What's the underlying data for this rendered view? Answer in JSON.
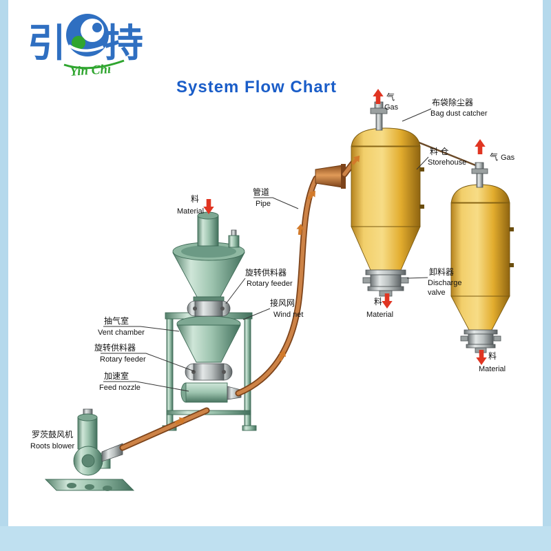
{
  "brand": {
    "cn_left": "引",
    "cn_right": "持",
    "subtitle": "Yin Chi"
  },
  "title": "System Flow Chart",
  "labels": {
    "gas1": {
      "cn": "气",
      "en": "Gas"
    },
    "bag_dust_catcher": {
      "cn": "布袋除尘器",
      "en": "Bag dust catcher"
    },
    "storehouse": {
      "cn": "料 仓",
      "en": "Storehouse"
    },
    "gas2": {
      "cn": "气",
      "en": "Gas"
    },
    "pipe": {
      "cn": "管道",
      "en": "Pipe"
    },
    "material_in": {
      "cn": "料",
      "en": "Material"
    },
    "rotary_feeder_top": {
      "cn": "旋转供料器",
      "en": "Rotary feeder"
    },
    "wind_net": {
      "cn": "接风网",
      "en": "Wind net"
    },
    "vent_chamber": {
      "cn": "抽气室",
      "en": "Vent chamber"
    },
    "rotary_feeder_bottom": {
      "cn": "旋转供料器",
      "en": "Rotary feeder"
    },
    "feed_nozzle": {
      "cn": "加速室",
      "en": "Feed nozzle"
    },
    "discharge_valve": {
      "cn": "卸料器",
      "en1": "Discharge",
      "en2": "valve"
    },
    "material_out1": {
      "cn": "料",
      "en": "Material"
    },
    "material_out2": {
      "cn": "料",
      "en": "Material"
    },
    "roots_blower": {
      "cn": "罗茨鼓风机",
      "en": "Roots blower"
    }
  },
  "colors": {
    "title_blue": "#1a5dc8",
    "border_blue": "#b5d9ec",
    "logo_blue": "#2f6fc1",
    "logo_green": "#2fa52f",
    "vessel_yellow": "#e9b83e",
    "vessel_green": "#9cc3ae",
    "pipe_orange": "#c07a3a",
    "arrow_red": "#e03522",
    "flow_arrow_orange": "#d27a2a"
  }
}
